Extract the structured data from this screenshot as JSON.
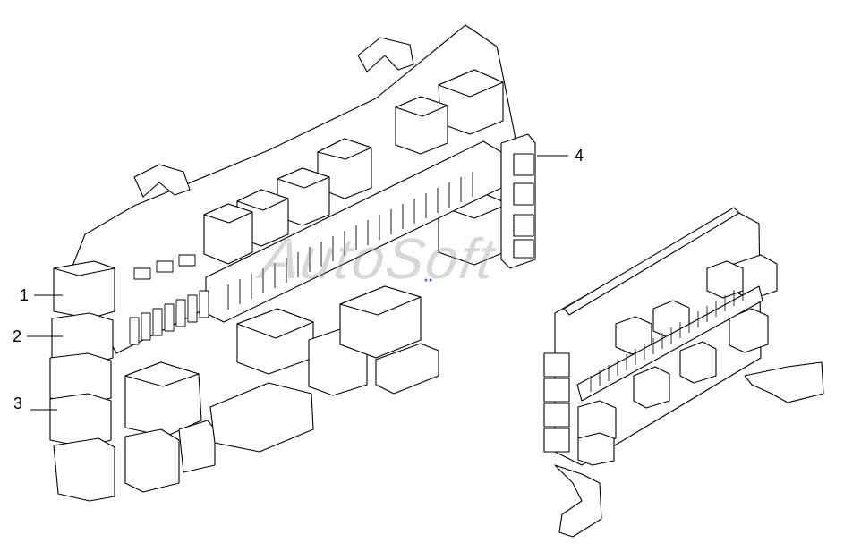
{
  "callouts": {
    "c1": "1",
    "c2": "2",
    "c3": "3",
    "c4": "4"
  },
  "watermark": "AutoSoft",
  "colors": {
    "line": "#000000",
    "background": "#ffffff",
    "watermark": "#969696",
    "accent_dot": "#4a6bd8"
  }
}
